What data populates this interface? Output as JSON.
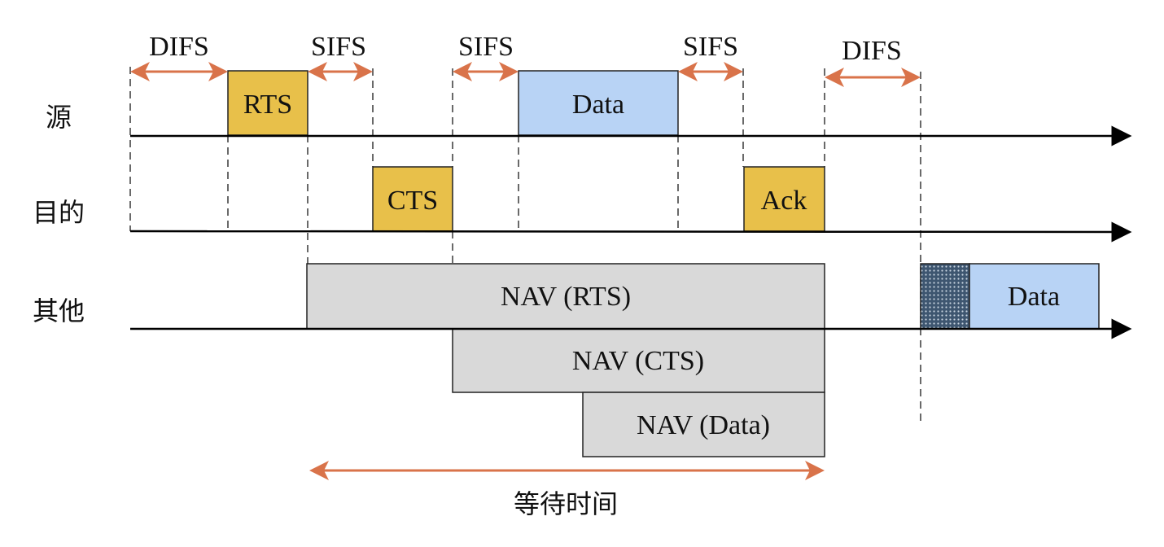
{
  "rows": {
    "source": "源",
    "destination": "目的",
    "others": "其他"
  },
  "intervals": {
    "difs1": "DIFS",
    "sifs1": "SIFS",
    "sifs2": "SIFS",
    "sifs3": "SIFS",
    "difs2": "DIFS"
  },
  "frames": {
    "rts": "RTS",
    "data": "Data",
    "cts": "CTS",
    "ack": "Ack",
    "nav_rts": "NAV (RTS)",
    "nav_cts": "NAV (CTS)",
    "nav_data": "NAV (Data)",
    "other_data": "Data"
  },
  "wait_label": "等待时间",
  "colors": {
    "control_frame": "#E8C04A",
    "data_frame": "#B8D3F5",
    "nav": "#D9D9D9",
    "interval_arrow": "#D9734A",
    "backoff": "#3E5670"
  }
}
